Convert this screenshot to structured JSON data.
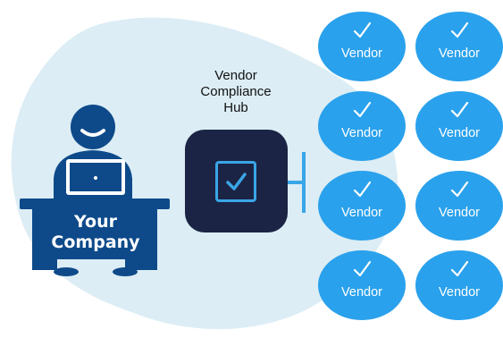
{
  "company": {
    "label": "Your\nCompany"
  },
  "hub": {
    "label": "Vendor\nCompliance\nHub",
    "icon": "checkbox-icon"
  },
  "vendors": [
    {
      "label": "Vendor"
    },
    {
      "label": "Vendor"
    },
    {
      "label": "Vendor"
    },
    {
      "label": "Vendor"
    },
    {
      "label": "Vendor"
    },
    {
      "label": "Vendor"
    },
    {
      "label": "Vendor"
    },
    {
      "label": "Vendor"
    }
  ],
  "colors": {
    "background_blob": "#dcedf5",
    "navy": "#0e4a8a",
    "hub": "#1b2444",
    "accent": "#2aa1ec"
  }
}
